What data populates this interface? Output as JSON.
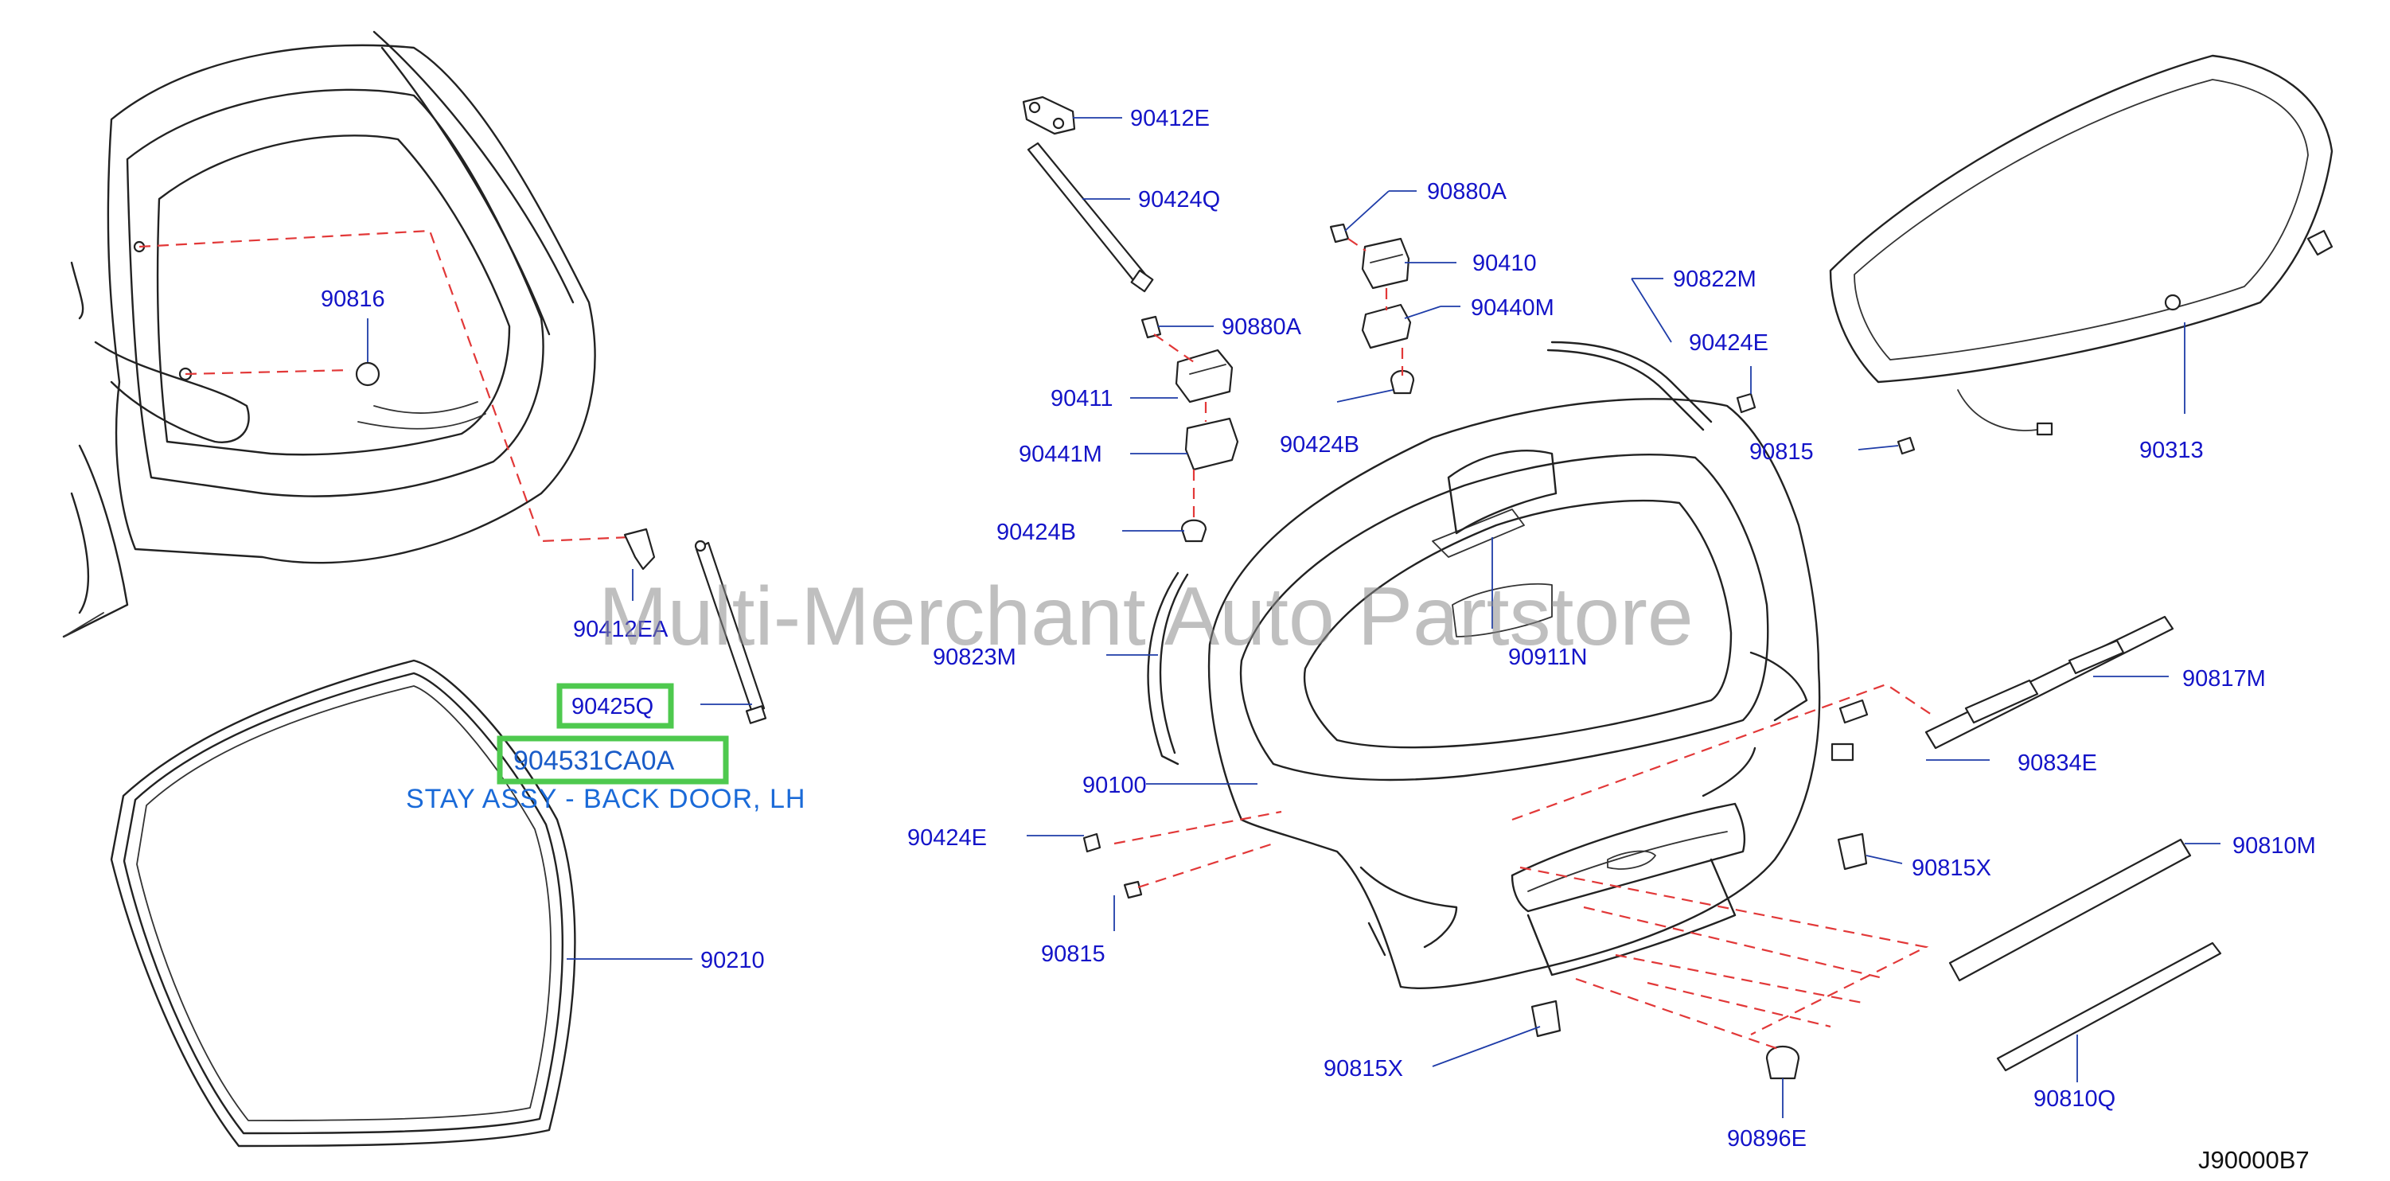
{
  "watermark": "Multi-Merchant Auto Partstore",
  "diagram_code": "J90000B7",
  "highlight": {
    "color": "#4ec94e",
    "part_number": "904531CA0A",
    "description": "STAY ASSY - BACK DOOR, LH"
  },
  "callouts": {
    "c90816": "90816",
    "c90412EA": "90412EA",
    "c90425Q": "90425Q",
    "c90210": "90210",
    "c90412E": "90412E",
    "c90424Q": "90424Q",
    "c90880A_1": "90880A",
    "c90411": "90411",
    "c90441M": "90441M",
    "c90424B_1": "90424B",
    "c90880A_2": "90880A",
    "c90410": "90410",
    "c90440M": "90440M",
    "c90424B_2": "90424B",
    "c90822M": "90822M",
    "c90424E_1": "90424E",
    "c90815_1": "90815",
    "c90313": "90313",
    "c90823M": "90823M",
    "c90911N": "90911N",
    "c90817M": "90817M",
    "c90834E": "90834E",
    "c90100": "90100",
    "c90424E_2": "90424E",
    "c90815_2": "90815",
    "c90815X_1": "90815X",
    "c90810M": "90810M",
    "c90815X_2": "90815X",
    "c90896E": "90896E",
    "c90810Q": "90810Q"
  },
  "colors": {
    "callout_text": "#1414c8",
    "leader_line": "#1e3ca8",
    "assembly_dash": "#e23838",
    "linework": "#222222"
  }
}
